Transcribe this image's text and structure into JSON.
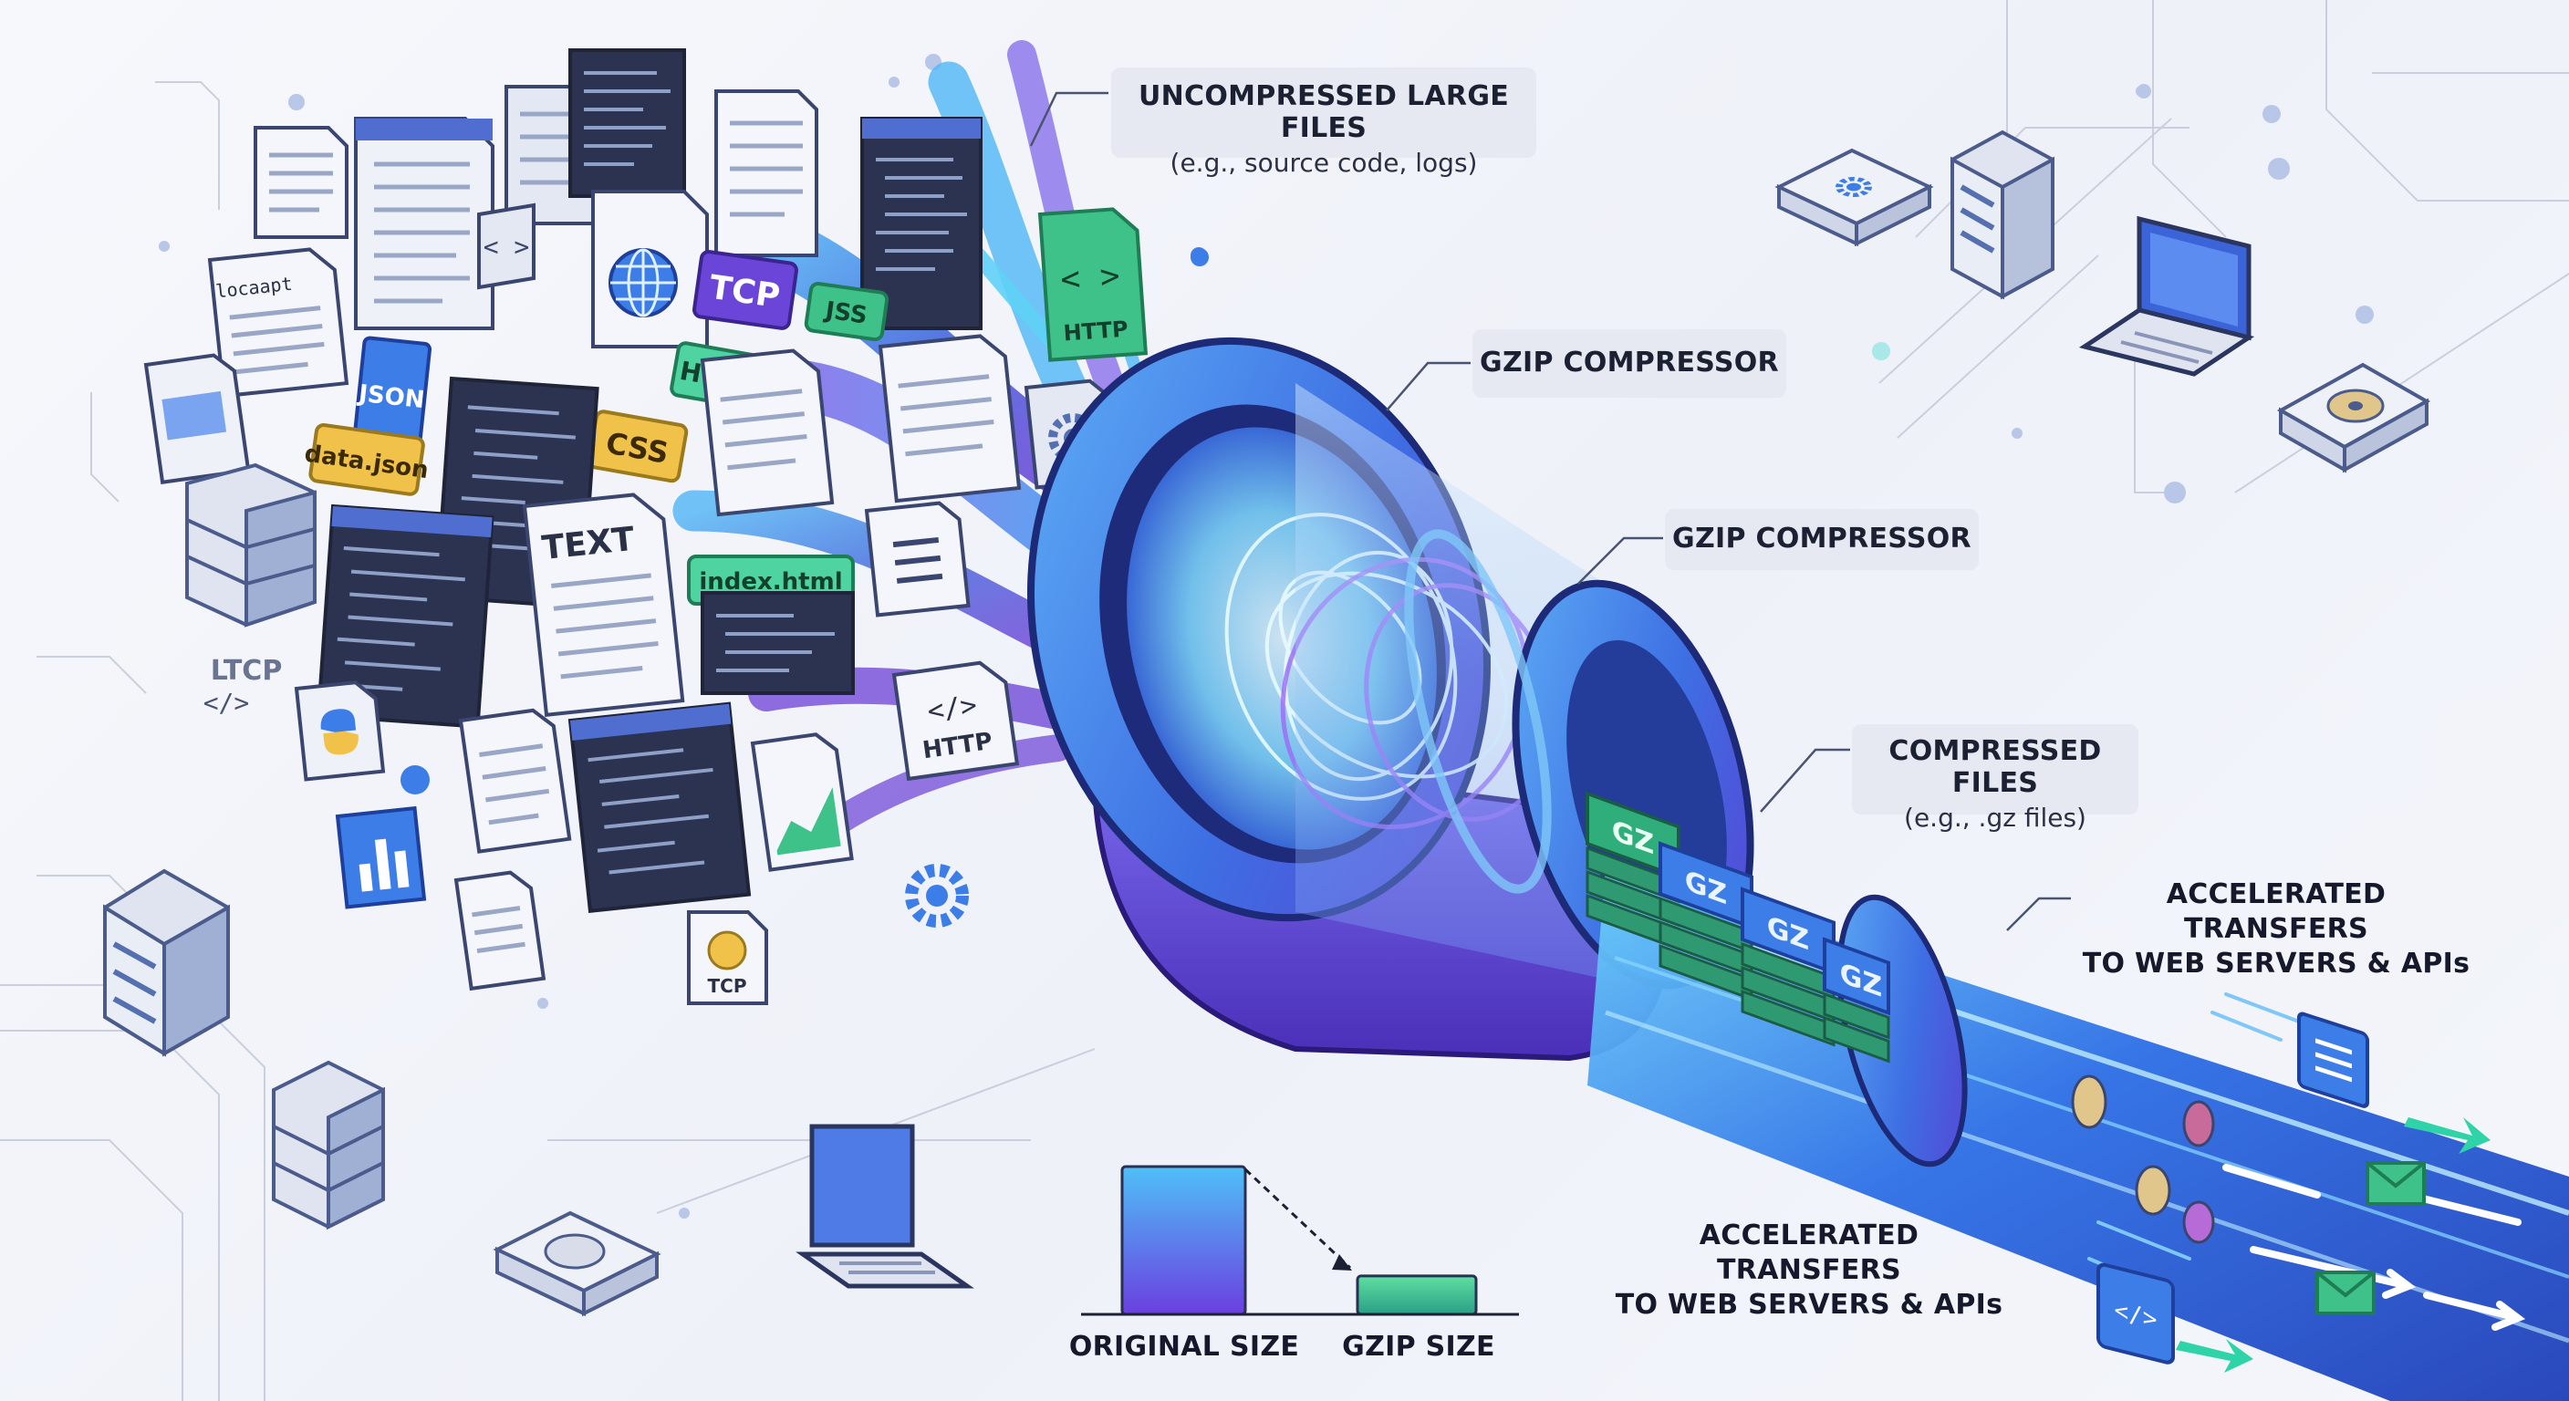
{
  "callouts": {
    "uncompressed": {
      "line1": "UNCOMPRESSED LARGE FILES",
      "line2": "(e.g., source code, logs)"
    },
    "gzip_top": {
      "line1": "GZIP COMPRESSOR"
    },
    "gzip_mid": {
      "line1": "GZIP COMPRESSOR"
    },
    "compressed": {
      "line1": "COMPRESSED FILES",
      "line2": "(e.g., .gz files)"
    },
    "accel_right": {
      "line1": "ACCELERATED TRANSFERS",
      "line2": "TO WEB SERVERS & APIs"
    },
    "accel_bottom": {
      "line1": "ACCELERATED TRANSFERS",
      "line2": "TO WEB SERVERS & APIs"
    }
  },
  "file_tags": {
    "tcp_purple": "TCP",
    "js": "JSS",
    "http_doc": "HTTP",
    "code_brackets": "< >",
    "html": "HTML",
    "css": "CSS",
    "json": "JSON",
    "data_json": "data.json",
    "text": "TEXT",
    "index_html": "index.html",
    "localapi": "locaapt",
    "ltcp": "LTCP",
    "code_small": "</>",
    "http_card": "HTTP",
    "http_card_code": "</>",
    "tcp_badge": "TCP",
    "gz": "GZ"
  },
  "size_chart": {
    "labels": [
      "ORIGINAL SIZE",
      "GZIP SIZE"
    ],
    "values": [
      1.0,
      0.26
    ],
    "colors": [
      "#6b4fe0",
      "#2fb58f"
    ]
  },
  "colors": {
    "accent_blue": "#3d7de8",
    "accent_purple": "#6b45d8",
    "accent_cyan": "#4fd3f5",
    "gz_green": "#2fae7c",
    "label_bg": "#e6e9f1"
  },
  "icons": [
    "gear-icon",
    "globe-icon",
    "python-icon",
    "bar-chart-icon",
    "server-icon",
    "laptop-icon",
    "hard-drive-icon",
    "envelope-icon",
    "document-icon",
    "code-icon"
  ]
}
